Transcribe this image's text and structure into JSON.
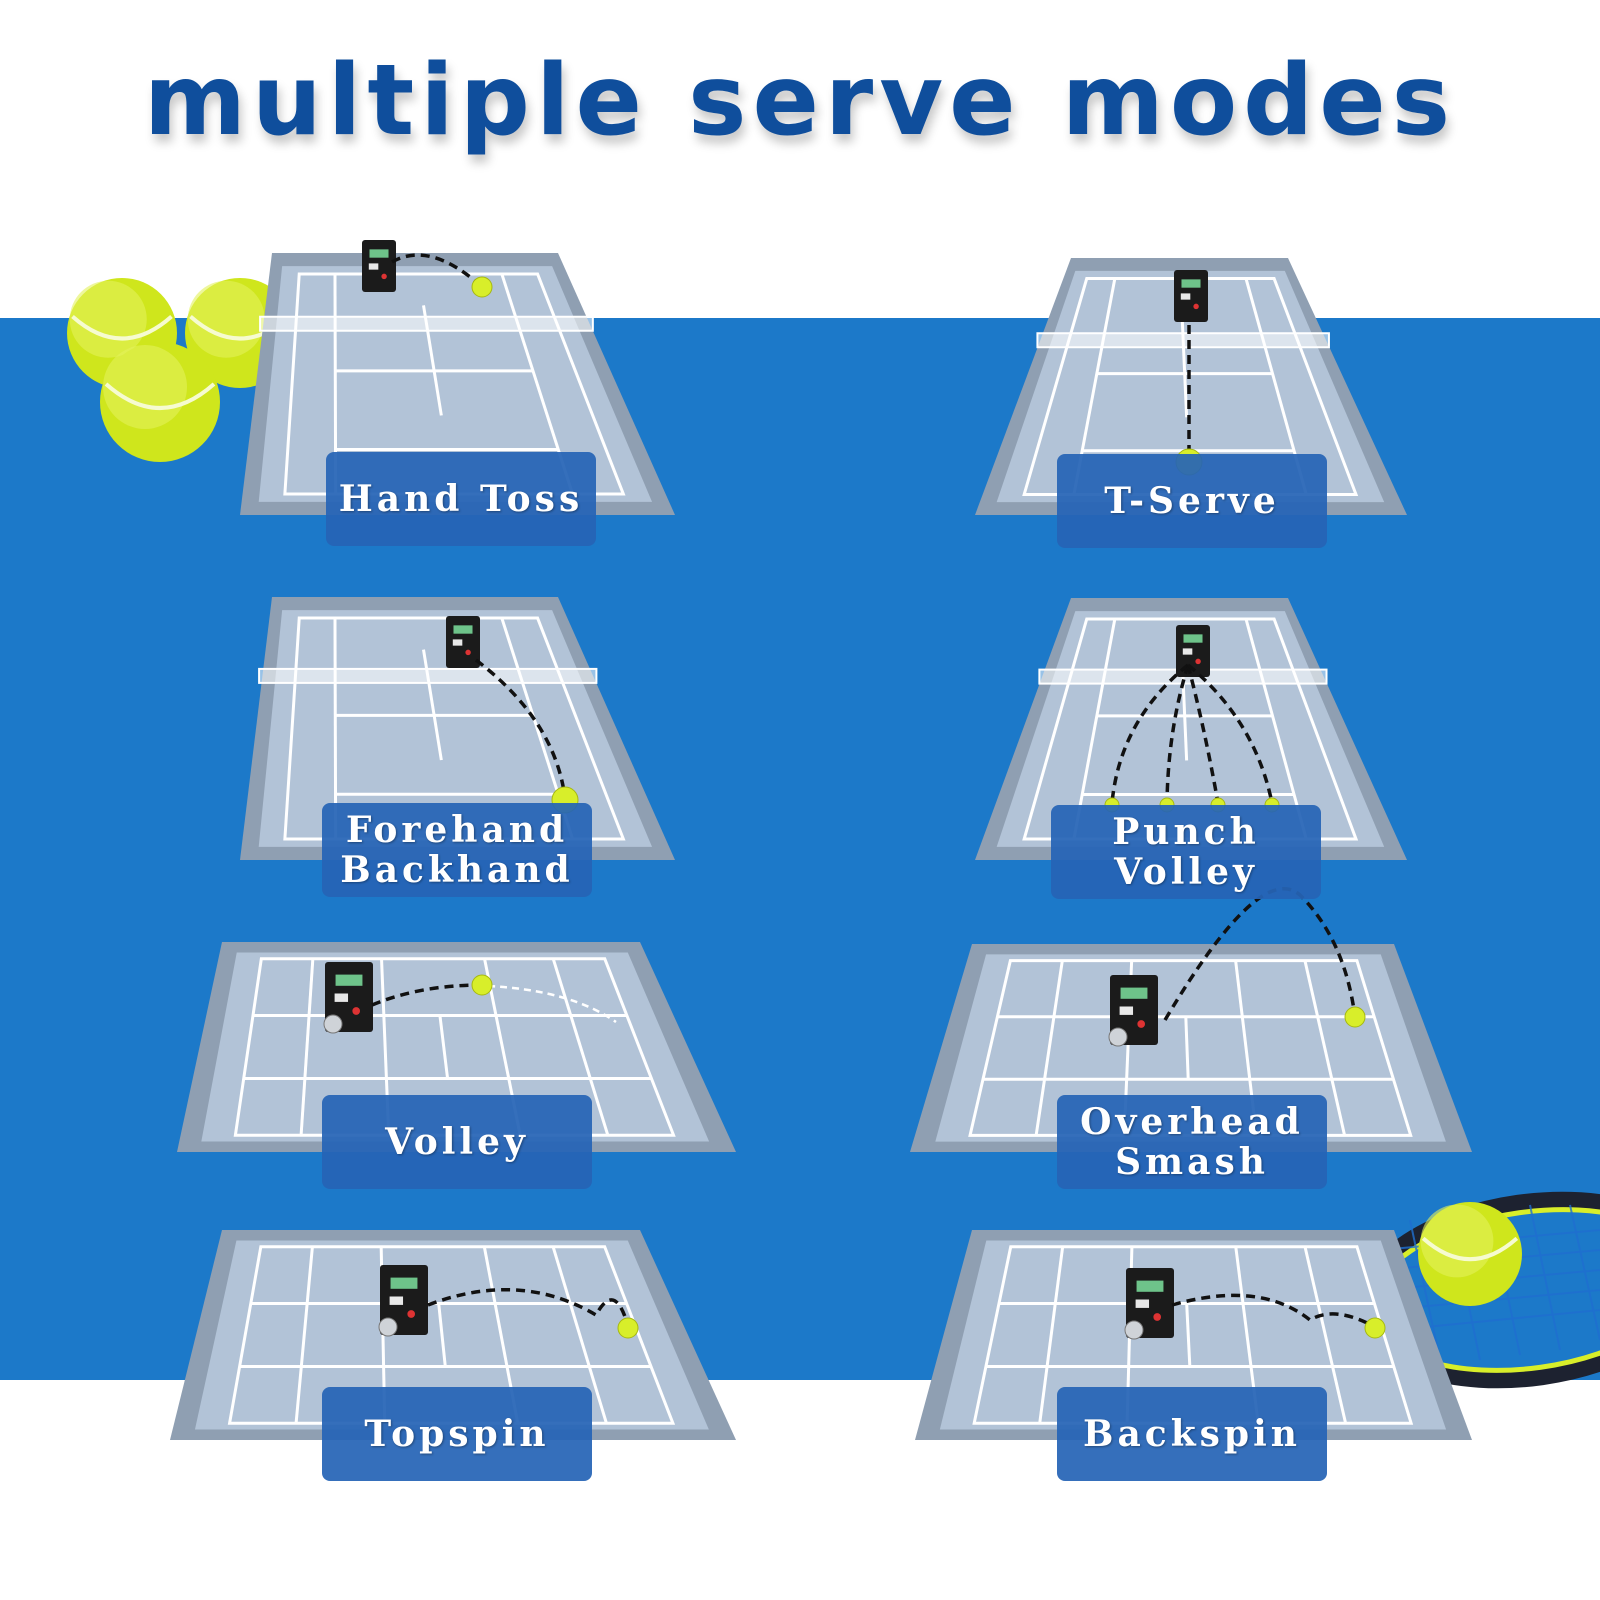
{
  "title": "multiple serve modes",
  "colors": {
    "title": "#0f4e9c",
    "band": "#1c79c9",
    "court_frame": "#8f9fb2",
    "court_surface": "#b2c3d7",
    "court_lines": "#ffffff",
    "label_bg": "#2664b6",
    "ball": "#d8ee2a"
  },
  "modes": [
    {
      "lines": [
        "Hand Toss"
      ],
      "icon": "ball-machine-icon"
    },
    {
      "lines": [
        "T-Serve"
      ],
      "icon": "ball-machine-icon"
    },
    {
      "lines": [
        "Forehand",
        "Backhand"
      ],
      "icon": "ball-machine-icon"
    },
    {
      "lines": [
        "Punch",
        "Volley"
      ],
      "icon": "ball-machine-icon"
    },
    {
      "lines": [
        "Volley"
      ],
      "icon": "ball-machine-icon"
    },
    {
      "lines": [
        "Overhead",
        "Smash"
      ],
      "icon": "ball-machine-icon"
    },
    {
      "lines": [
        "Topspin"
      ],
      "icon": "ball-machine-icon"
    },
    {
      "lines": [
        "Backspin"
      ],
      "icon": "ball-machine-icon"
    }
  ]
}
